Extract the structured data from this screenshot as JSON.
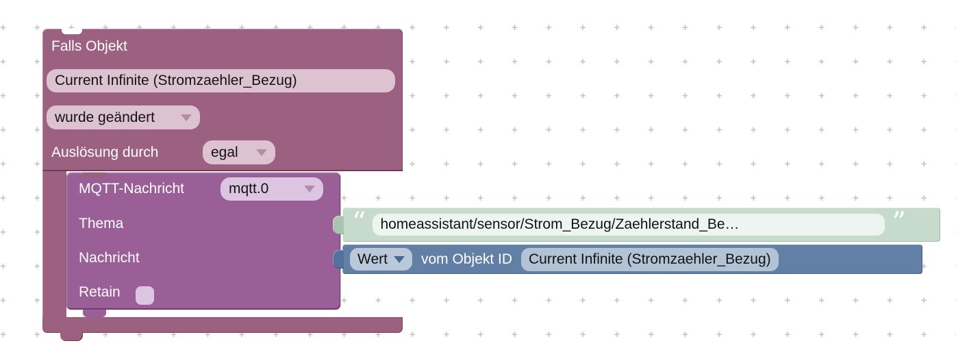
{
  "colors": {
    "trigger_block": "#9c6080",
    "trigger_field": "#ddc2d2",
    "mqtt_block": "#9a5f97",
    "mqtt_field": "#dcc5e0",
    "string_block": "#c7dbcd",
    "string_field": "#edf5f0",
    "value_block": "#6280a5",
    "value_field": "#b9c8da",
    "grid_mark": "#c5c5c5"
  },
  "trigger_block": {
    "title": "Falls Objekt",
    "object_id": "Current Infinite (Stromzaehler_Bezug)",
    "event": "wurde geändert",
    "caused_by_label": "Auslösung durch",
    "caused_by": "egal"
  },
  "mqtt_block": {
    "title": "MQTT-Nachricht",
    "instance": "mqtt.0",
    "topic_label": "Thema",
    "message_label": "Nachricht",
    "retain_label": "Retain"
  },
  "string_block": {
    "open_quote": "“",
    "value": "homeassistant/sensor/Strom_Bezug/Zaehlerstand_Be…",
    "close_quote": "”"
  },
  "value_block": {
    "attribute": "Wert",
    "label": "vom Objekt ID",
    "object_id": "Current Infinite (Stromzaehler_Bezug)"
  }
}
